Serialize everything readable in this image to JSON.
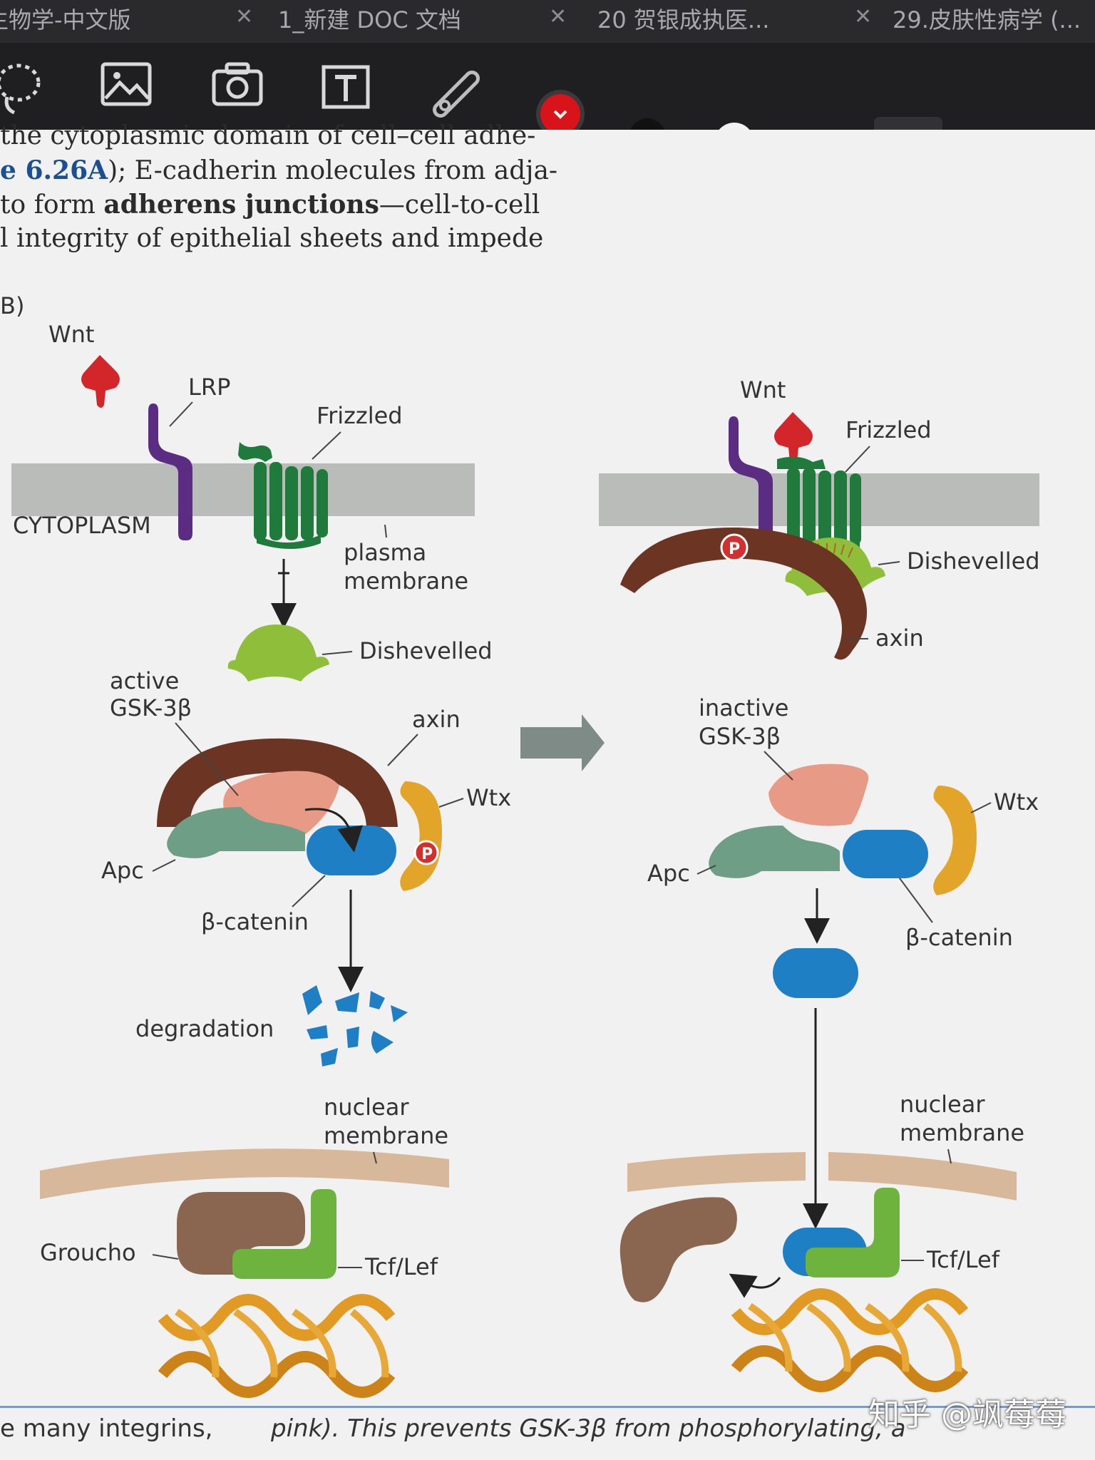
{
  "tabs": [
    {
      "label": "生物学-中文版"
    },
    {
      "label": "1_新建 DOC 文档"
    },
    {
      "label": "20 贺银成执医..."
    },
    {
      "label": "29.皮肤性病学 (..."
    }
  ],
  "toolbar": {
    "icons": [
      "lasso-icon",
      "image-icon",
      "camera-icon",
      "text-box-icon",
      "eraser-icon",
      "color-red",
      "color-black",
      "color-white",
      "stroke-thin",
      "stroke-medium",
      "stroke-thick"
    ],
    "colors": {
      "red": "#d8141a",
      "black": "#111111",
      "white": "#f2f2f2"
    }
  },
  "body_text": {
    "line1": "the cytoplasmic domain of cell–cell adhe-",
    "line2_ref": "e 6.26A",
    "line2_rest": "); E-cadherin molecules from adja-",
    "line3_pre": " to form ",
    "line3_bold": "adherens junctions",
    "line3_post": "—cell-to-cell",
    "line4": "l integrity of epithelial sheets and impede"
  },
  "figure": {
    "panel_label": "B)",
    "left": {
      "wnt": "Wnt",
      "lrp": "LRP",
      "frizzled": "Frizzled",
      "cytoplasm": "CYTOPLASM",
      "plasma_membrane_1": "plasma",
      "plasma_membrane_2": "membrane",
      "dishevelled": "Dishevelled",
      "active_1": "active",
      "active_2": "GSK-3β",
      "axin": "axin",
      "wtx": "Wtx",
      "apc": "Apc",
      "p": "P",
      "beta_catenin": "β-catenin",
      "degradation": "degradation",
      "nuclear_1": "nuclear",
      "nuclear_2": "membrane",
      "groucho": "Groucho",
      "tcf": "Tcf/Lef"
    },
    "right": {
      "wnt": "Wnt",
      "frizzled": "Frizzled",
      "p": "P",
      "dishevelled": "Dishevelled",
      "axin": "axin",
      "inactive_1": "inactive",
      "inactive_2": "GSK-3β",
      "wtx": "Wtx",
      "apc": "Apc",
      "beta_catenin": "β-catenin",
      "nuclear_1": "nuclear",
      "nuclear_2": "membrane",
      "tcf": "Tcf/Lef"
    },
    "colors": {
      "membrane": "#b9bcb8",
      "wnt": "#d3262b",
      "lrp": "#5a2d82",
      "frizzled": "#1f7a3b",
      "dishevelled": "#8fbf3a",
      "axin": "#6b3423",
      "gsk": "#e79a86",
      "apc": "#6e9f86",
      "beta_catenin": "#1f7fc4",
      "wtx": "#e2a52a",
      "phospho": "#d22f2f",
      "nuclear_membrane": "#d8b89a",
      "groucho": "#8a6651",
      "tcf": "#6fb33f",
      "dna": "#e19a23",
      "arrow_gray": "#7e8b87"
    }
  },
  "caption": {
    "left": "e many integrins,",
    "right": "pink). This prevents GSK-3β from phosphorylating, a"
  },
  "watermark": "知乎 @飒莓莓"
}
